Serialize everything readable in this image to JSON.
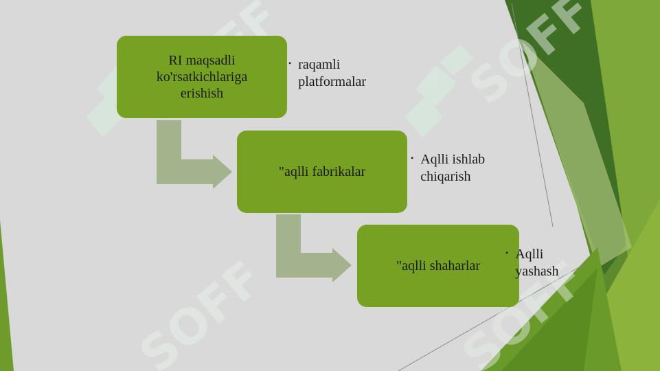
{
  "diagram": {
    "steps": [
      {
        "box_text": "RI maqsadli\nko'rsatkichlariga\nerishish",
        "bullet": "raqamli\nplatformalar"
      },
      {
        "box_text": "\"aqlli fabrikalar",
        "bullet": "Aqlli ishlab\nchiqarish"
      },
      {
        "box_text": "\"aqlli shaharlar",
        "bullet": "Aqlli\nyashash"
      }
    ]
  },
  "watermark": {
    "logo_text": "SOFF"
  },
  "colors": {
    "background": "#d9d9d9",
    "box_fill": "#76a122",
    "arrow_fill": "#a3b38d",
    "decor_dark_green": "#3e6b22",
    "decor_light_green": "#8fb43a"
  }
}
